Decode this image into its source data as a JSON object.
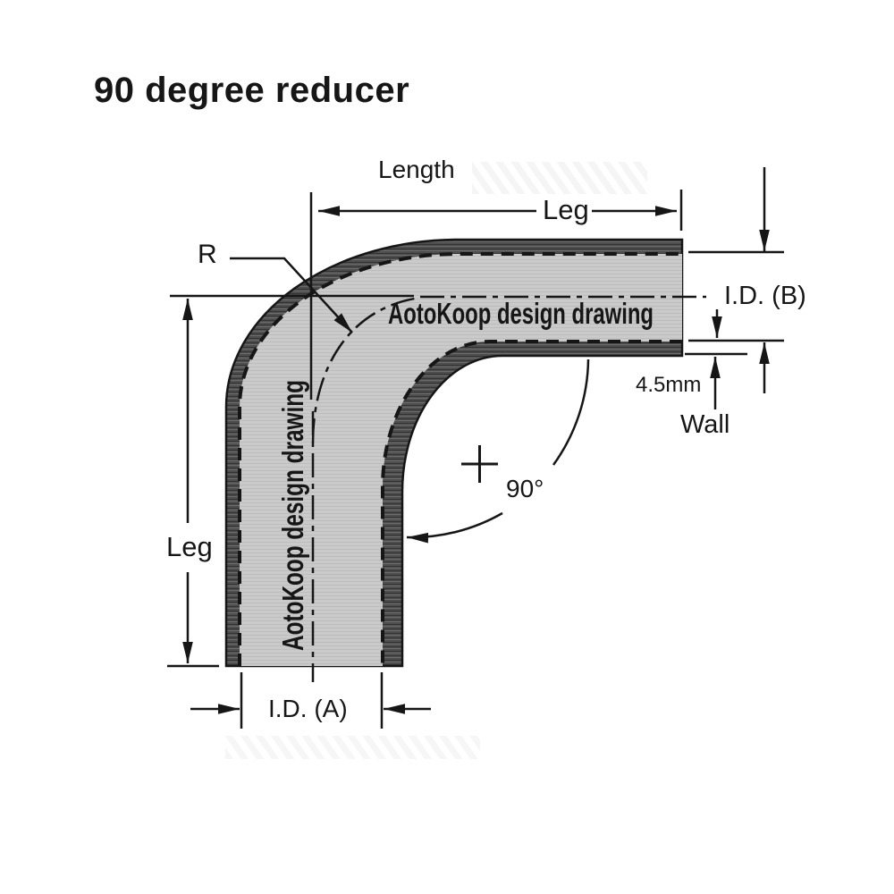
{
  "title": "90 degree reducer",
  "labels": {
    "length": "Length",
    "leg_top": "Leg",
    "leg_left": "Leg",
    "radius": "R",
    "id_b": "I.D. (B)",
    "id_a": "I.D. (A)",
    "wall_value": "4.5mm",
    "wall": "Wall",
    "angle": "90°"
  },
  "watermark": {
    "text": "AotoKoop design drawing"
  },
  "colors": {
    "line": "#161616",
    "pipe_wall": "#4e4e4e",
    "pipe_bore": "#c9c9c9",
    "background": "#ffffff"
  }
}
